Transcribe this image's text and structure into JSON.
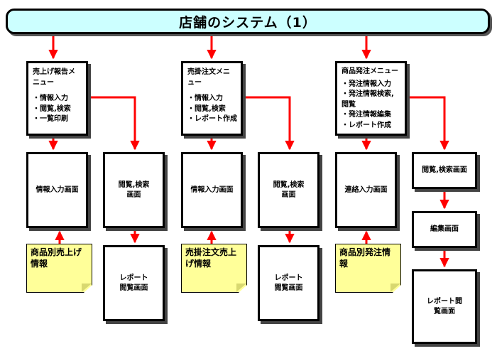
{
  "title": "店舗のシステム（1）",
  "menus": {
    "sales_report": {
      "title": "売上げ報告メニュー",
      "items": [
        "・情報入力",
        "・閲覧,検索",
        "・一覧印刷"
      ]
    },
    "sales_order": {
      "title": "売掛注文メニュー",
      "items": [
        "・情報入力",
        "・閲覧,検索",
        "・レポート作成"
      ]
    },
    "product_order": {
      "title": "商品発注メニュー",
      "items": [
        "・発注情報入力",
        "・発注情報検索,閲覧",
        "・発注情報編集",
        "・レポート作成"
      ]
    }
  },
  "screens": {
    "info_input_1": "情報入力画面",
    "browse_search_1": "閲覧,検索画面",
    "report_view_1": "レポート閲覧画面",
    "info_input_2": "情報入力画面",
    "browse_search_2": "閲覧,検索画面",
    "report_view_2": "レポート閲覧画面",
    "contact_input": "連絡入力画面",
    "browse_search_3": "閲覧,検索画面",
    "edit_screen": "編集画面",
    "report_view_3": "レポート閲覧画面"
  },
  "notes": {
    "sales_info": "商品別売上げ情報",
    "credit_order_info": "売掛注文売上げ情報",
    "product_order_info": "商品別発注情報"
  },
  "colors": {
    "arrow": "#ff0000",
    "title_bg": "#ccffff",
    "note_bg": "#ffff99"
  }
}
